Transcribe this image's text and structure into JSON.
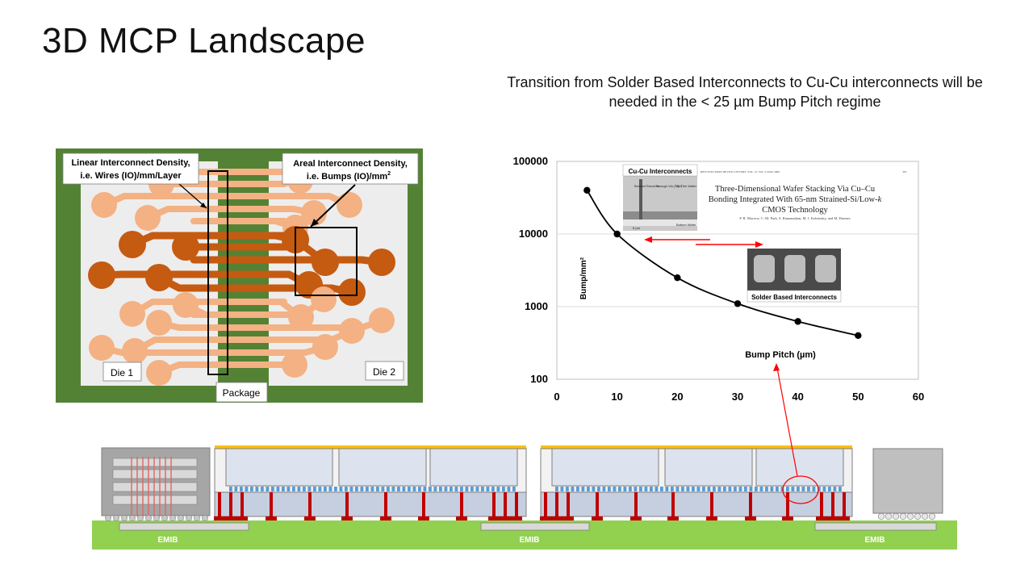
{
  "slide": {
    "title": "3D MCP Landscape",
    "subtitle_line1": "Transition from Solder Based Interconnects to Cu-Cu interconnects will be",
    "subtitle_line2": "needed in the < 25 µm Bump Pitch regime"
  },
  "left_diagram": {
    "linear_label_line1": "Linear Interconnect Density,",
    "linear_label_line2": "i.e. Wires (IO)/mm/Layer",
    "areal_label_line1": "Areal Interconnect Density,",
    "areal_label_line2": "i.e. Bumps (IO)/mm",
    "areal_label_sup": "2",
    "die1_label": "Die 1",
    "die2_label": "Die 2",
    "package_label": "Package",
    "colors": {
      "board": "#548235",
      "die": "#ededed",
      "pad_light": "#f4b183",
      "pad_dark": "#c55a11"
    }
  },
  "chart_data": {
    "type": "scatter",
    "x": [
      5,
      10,
      20,
      30,
      40,
      50
    ],
    "y": [
      40000,
      10000,
      2500,
      1100,
      625,
      400
    ],
    "xlim": [
      0,
      60
    ],
    "ylim": [
      100,
      100000
    ],
    "yscale": "log",
    "xticks": [
      "0",
      "10",
      "20",
      "30",
      "40",
      "50",
      "60"
    ],
    "yticks": [
      "100000",
      "10000",
      "1000",
      "100"
    ],
    "xlabel": "Bump Pitch (µm)",
    "ylabel": "Bump/mm²",
    "grid": "horizontal",
    "annotations": {
      "cu_label": "Cu-Cu Interconnects",
      "solder_label": "Solder Based Interconnects",
      "paper_journal": "IEEE ELECTRON DEVICE LETTERS, VOL. 27, NO. 5, MAY 2006",
      "paper_page": "335",
      "paper_title_line1": "Three-Dimensional Wafer Stacking Via Cu–Cu",
      "paper_title_line2": "Bonding Integrated With 65-nm Strained-Si/Low-",
      "paper_title_k": "k",
      "paper_title_line3": "CMOS Technology",
      "paper_authors": "P. R. Morrow, C.-M. Park, S. Ramanathan, M. J. Kobrinsky, and M. Harmes",
      "photo_labels": [
        "Bonded Structure",
        "Through Via (TSV)",
        "Top Thin Wafer",
        "Bottom Wafer",
        "5 µm"
      ]
    }
  },
  "bottom_diagram": {
    "emib_labels": [
      "EMIB",
      "EMIB",
      "EMIB"
    ],
    "colors": {
      "substrate": "#92d050",
      "interposer": "#c6cfe0",
      "die": "#dde3ee",
      "bumps": "#c00000",
      "microbumps": "#5b9bd5",
      "heatspreader": "#ffc000"
    }
  }
}
